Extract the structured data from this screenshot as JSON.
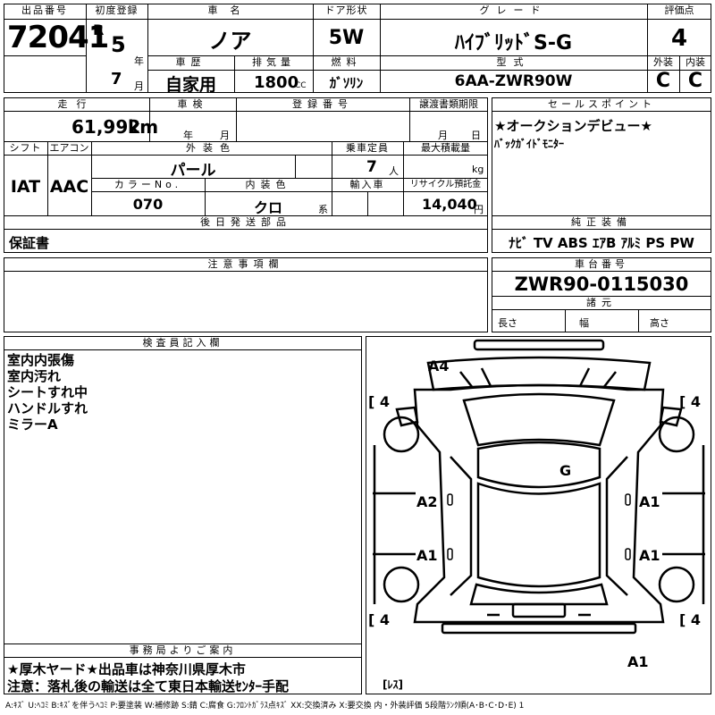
{
  "header": {
    "lot_label": "出品番号",
    "lot_no": "72041",
    "first_reg_label": "初度登録",
    "era": "R",
    "year": "5",
    "year_unit": "年",
    "month": "7",
    "month_unit": "月",
    "name_label": "車名",
    "name": "ノア",
    "history_label": "車歴",
    "history": "自家用",
    "displacement_label": "排気量",
    "displacement": "1800",
    "displacement_unit": "CC",
    "door_label": "ドア形状",
    "door": "5W",
    "fuel_label": "燃料",
    "fuel": "ｶﾞｿﾘﾝ",
    "grade_label": "グレード",
    "grade": "ﾊｲﾌﾞﾘｯﾄﾞS-G",
    "model_label": "型式",
    "model": "6AA-ZWR90W",
    "score_label": "評価点",
    "score": "4",
    "ext_label": "外装",
    "ext": "C",
    "int_label": "内装",
    "int": "C"
  },
  "row2": {
    "mileage_label": "走行",
    "mileage": "61,992",
    "mileage_unit": "km",
    "inspection_label": "車検",
    "insp_year_unit": "年",
    "insp_month_unit": "月",
    "regno_label": "登録番号",
    "transfer_label": "譲渡書類期限",
    "transfer_month_unit": "月",
    "transfer_day_unit": "日",
    "shift_label": "シフト",
    "shift": "IAT",
    "ac_label": "エアコン",
    "ac": "AAC",
    "color_label": "外装色",
    "color": "パール",
    "capacity_label": "乗車定員",
    "capacity": "7",
    "capacity_unit": "人",
    "load_label": "最大積載量",
    "load_unit": "kg",
    "colorno_label": "カラーNo.",
    "colorno": "070",
    "intcolor_label": "内装色",
    "intcolor": "クロ",
    "intcolor_unit": "系",
    "import_label": "輸入車",
    "recycle_label": "リサイクル預託金",
    "recycle": "14,040",
    "recycle_unit": "円",
    "later_label": "後日発送部品",
    "later": "保証書"
  },
  "sales": {
    "label": "セールスポイント",
    "line1": "★オークションデビュー★",
    "line2": "ﾊﾞｯｸｶﾞｲﾄﾞﾓﾆﾀｰ",
    "equip_label": "純正装備",
    "equip": "ﾅﾋﾞ  TV  ABS  ｴｱB  ｱﾙﾐ  PS  PW"
  },
  "notes": {
    "label": "注意事項欄"
  },
  "chassis": {
    "label": "車台番号",
    "number": "ZWR90-0115030",
    "dims_label": "諸元",
    "length": "長さ",
    "width": "幅",
    "height": "高さ"
  },
  "inspector": {
    "label": "検査員記入欄",
    "text": "室内内張傷\n室内汚れ\nシートすれ中\nハンドルすれ\nミラーA"
  },
  "office": {
    "label": "事務局よりご案内",
    "line1": "★厚木ヤード★出品車は神奈川県厚木市",
    "line2": "注意：落札後の輸送は全て東日本輸送ｾﾝﾀｰ手配"
  },
  "diagram": {
    "a4": "A4",
    "g": "G",
    "a2_left": "A2",
    "a1_left_low": "A1",
    "a1_right": "A1",
    "a1_right_low": "A1",
    "a1_rear": "A1",
    "tire_fl": "[ 4",
    "tire_fr": "[ 4",
    "tire_rl": "[ 4",
    "tire_rr": "[ 4",
    "spare": "[ﾚｽ]"
  },
  "legend": "A:ｷｽﾞ  U:ﾍｺﾐ  B:ｷｽﾞを伴うﾍｺﾐ  P:要塗装  W:補修跡  S:錆  C:腐食  G:ﾌﾛﾝﾄｶﾞﾗｽ点ｷｽﾞ  XX:交換済み  X:要交換   内・外装評価   5段階ﾗﾝｸ順(A･B･C･D･E)  1"
}
